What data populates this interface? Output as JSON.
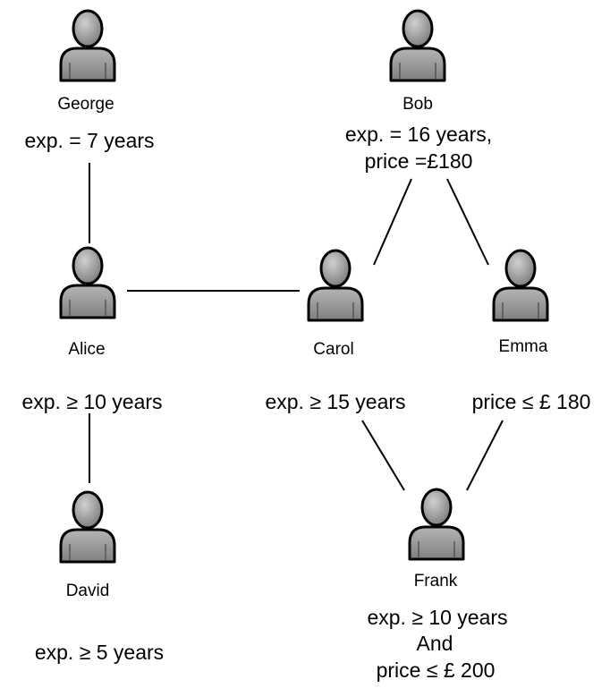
{
  "nodes": [
    {
      "id": "george",
      "name": "George",
      "attributes": [
        "exp. = 7 years"
      ]
    },
    {
      "id": "bob",
      "name": "Bob",
      "attributes": [
        "exp. = 16 years,",
        "price =£180"
      ]
    },
    {
      "id": "alice",
      "name": "Alice",
      "attributes": []
    },
    {
      "id": "carol",
      "name": "Carol",
      "attributes": []
    },
    {
      "id": "emma",
      "name": "Emma",
      "attributes": []
    },
    {
      "id": "david",
      "name": "David",
      "attributes": [
        "exp. ≥ 5 years"
      ]
    },
    {
      "id": "frank",
      "name": "Frank",
      "attributes": [
        "exp. ≥ 10 years",
        "And",
        "price ≤ £ 200"
      ]
    }
  ],
  "edge_labels": [
    {
      "id": "alice-david",
      "text": "exp. ≥ 10 years"
    },
    {
      "id": "carol-frank",
      "text": "exp. ≥ 15 years"
    },
    {
      "id": "emma-frank",
      "text": "price ≤ £ 180"
    }
  ],
  "edges": [
    {
      "from": "george",
      "to": "alice"
    },
    {
      "from": "alice",
      "to": "carol"
    },
    {
      "from": "carol",
      "to": "bob"
    },
    {
      "from": "bob",
      "to": "emma"
    },
    {
      "from": "alice",
      "to": "david"
    },
    {
      "from": "carol",
      "to": "frank"
    },
    {
      "from": "emma",
      "to": "frank"
    }
  ],
  "colors": {
    "person_fill": "#9a9a9a",
    "person_stroke": "#000000"
  }
}
